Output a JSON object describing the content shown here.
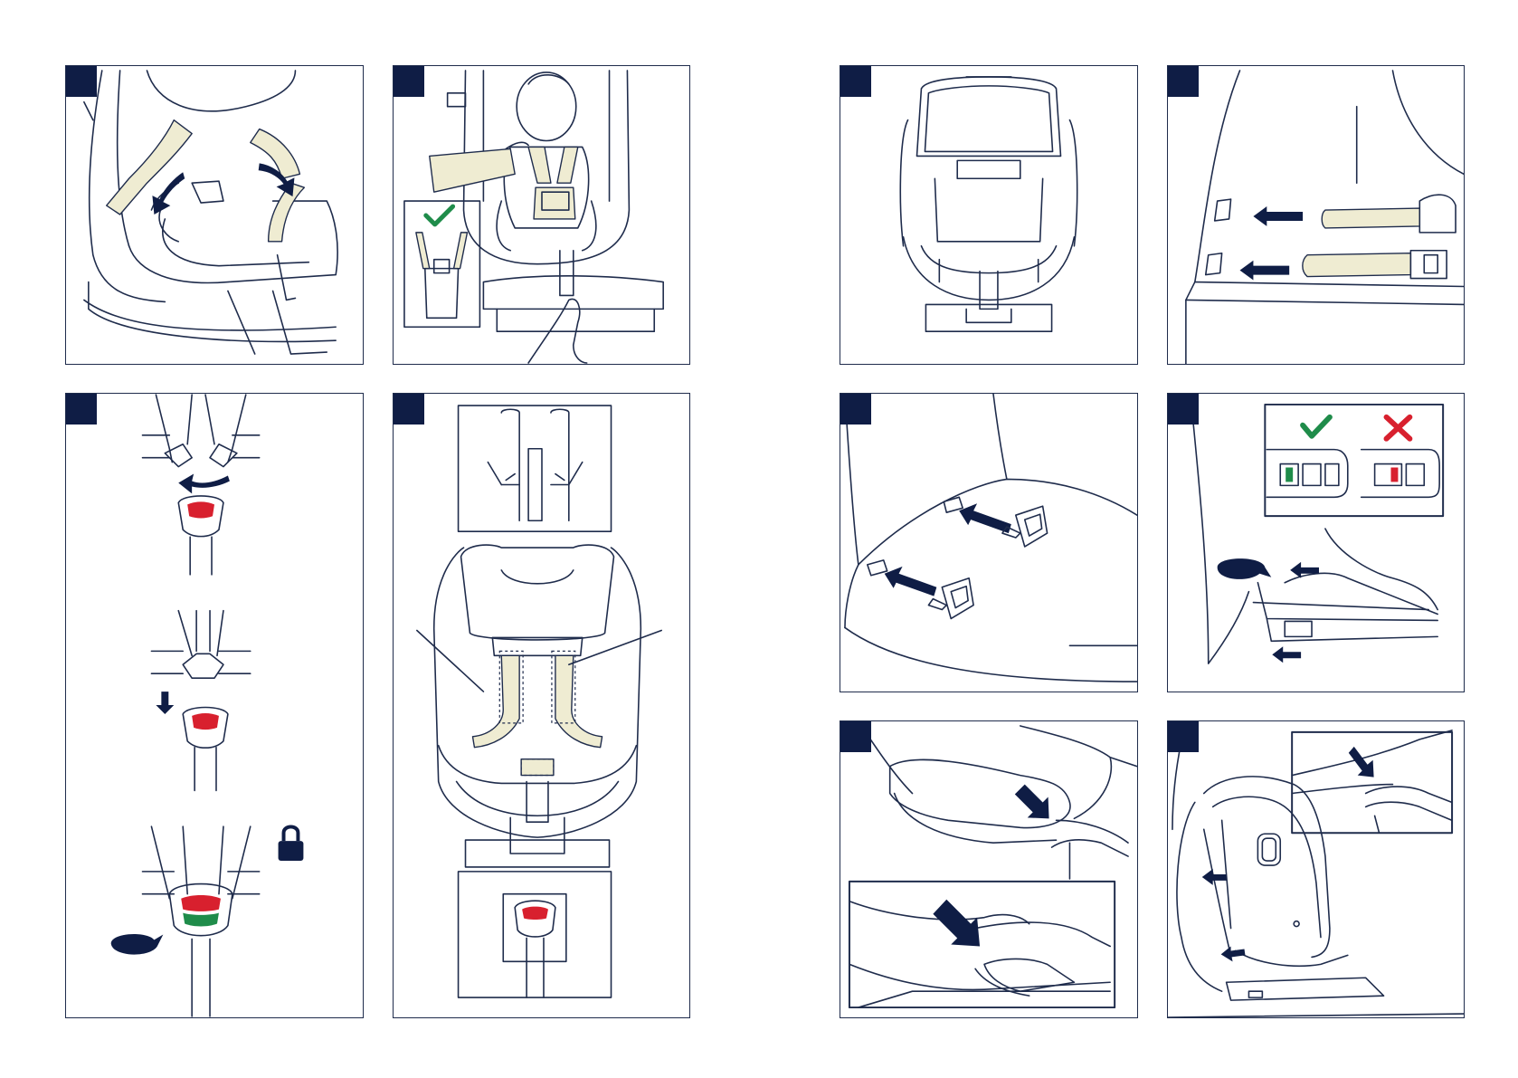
{
  "colors": {
    "line": "#1f2c4c",
    "badge": "#0f1d45",
    "strap": "#efecd2",
    "ok_check": "#1f8c4a",
    "wrong_cross": "#d8202e",
    "indicator_red": "#d8202e",
    "indicator_green": "#1f8c4a"
  },
  "panels": [
    {
      "id": "p1",
      "icon": "harness-open-arrows-icon"
    },
    {
      "id": "p2",
      "icon": "child-seated-harness-adjust-icon"
    },
    {
      "id": "p3",
      "icon": "buckle-click-sequence-icon"
    },
    {
      "id": "p4",
      "icon": "harness-storage-clips-icon"
    },
    {
      "id": "p5",
      "icon": "car-seat-front-view-icon"
    },
    {
      "id": "p6",
      "icon": "isofix-connectors-extend-icon"
    },
    {
      "id": "p7",
      "icon": "isofix-guides-insert-icon"
    },
    {
      "id": "p8",
      "icon": "isofix-indicator-check-icon"
    },
    {
      "id": "p9",
      "icon": "push-seat-back-icon"
    },
    {
      "id": "p10",
      "icon": "seat-installed-side-view-icon"
    }
  ]
}
